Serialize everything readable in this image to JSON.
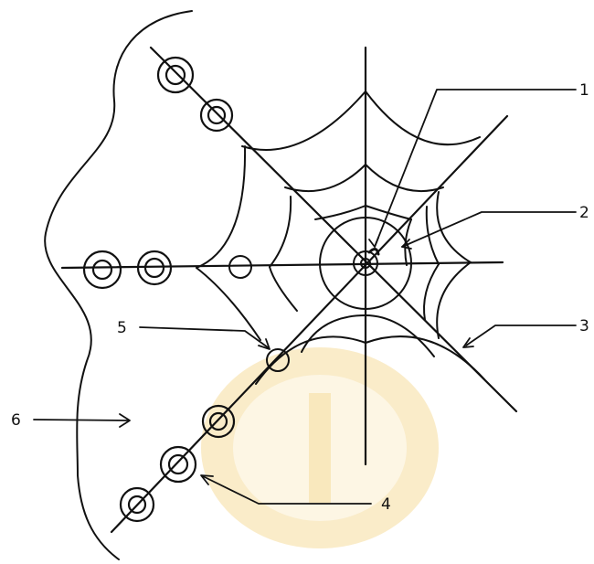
{
  "diagram": {
    "labels": [
      "1",
      "2",
      "3",
      "4",
      "5",
      "6"
    ]
  },
  "colors": {
    "ink": "#111111",
    "background": "#ffffff",
    "watermark": "#f5dc9c"
  }
}
